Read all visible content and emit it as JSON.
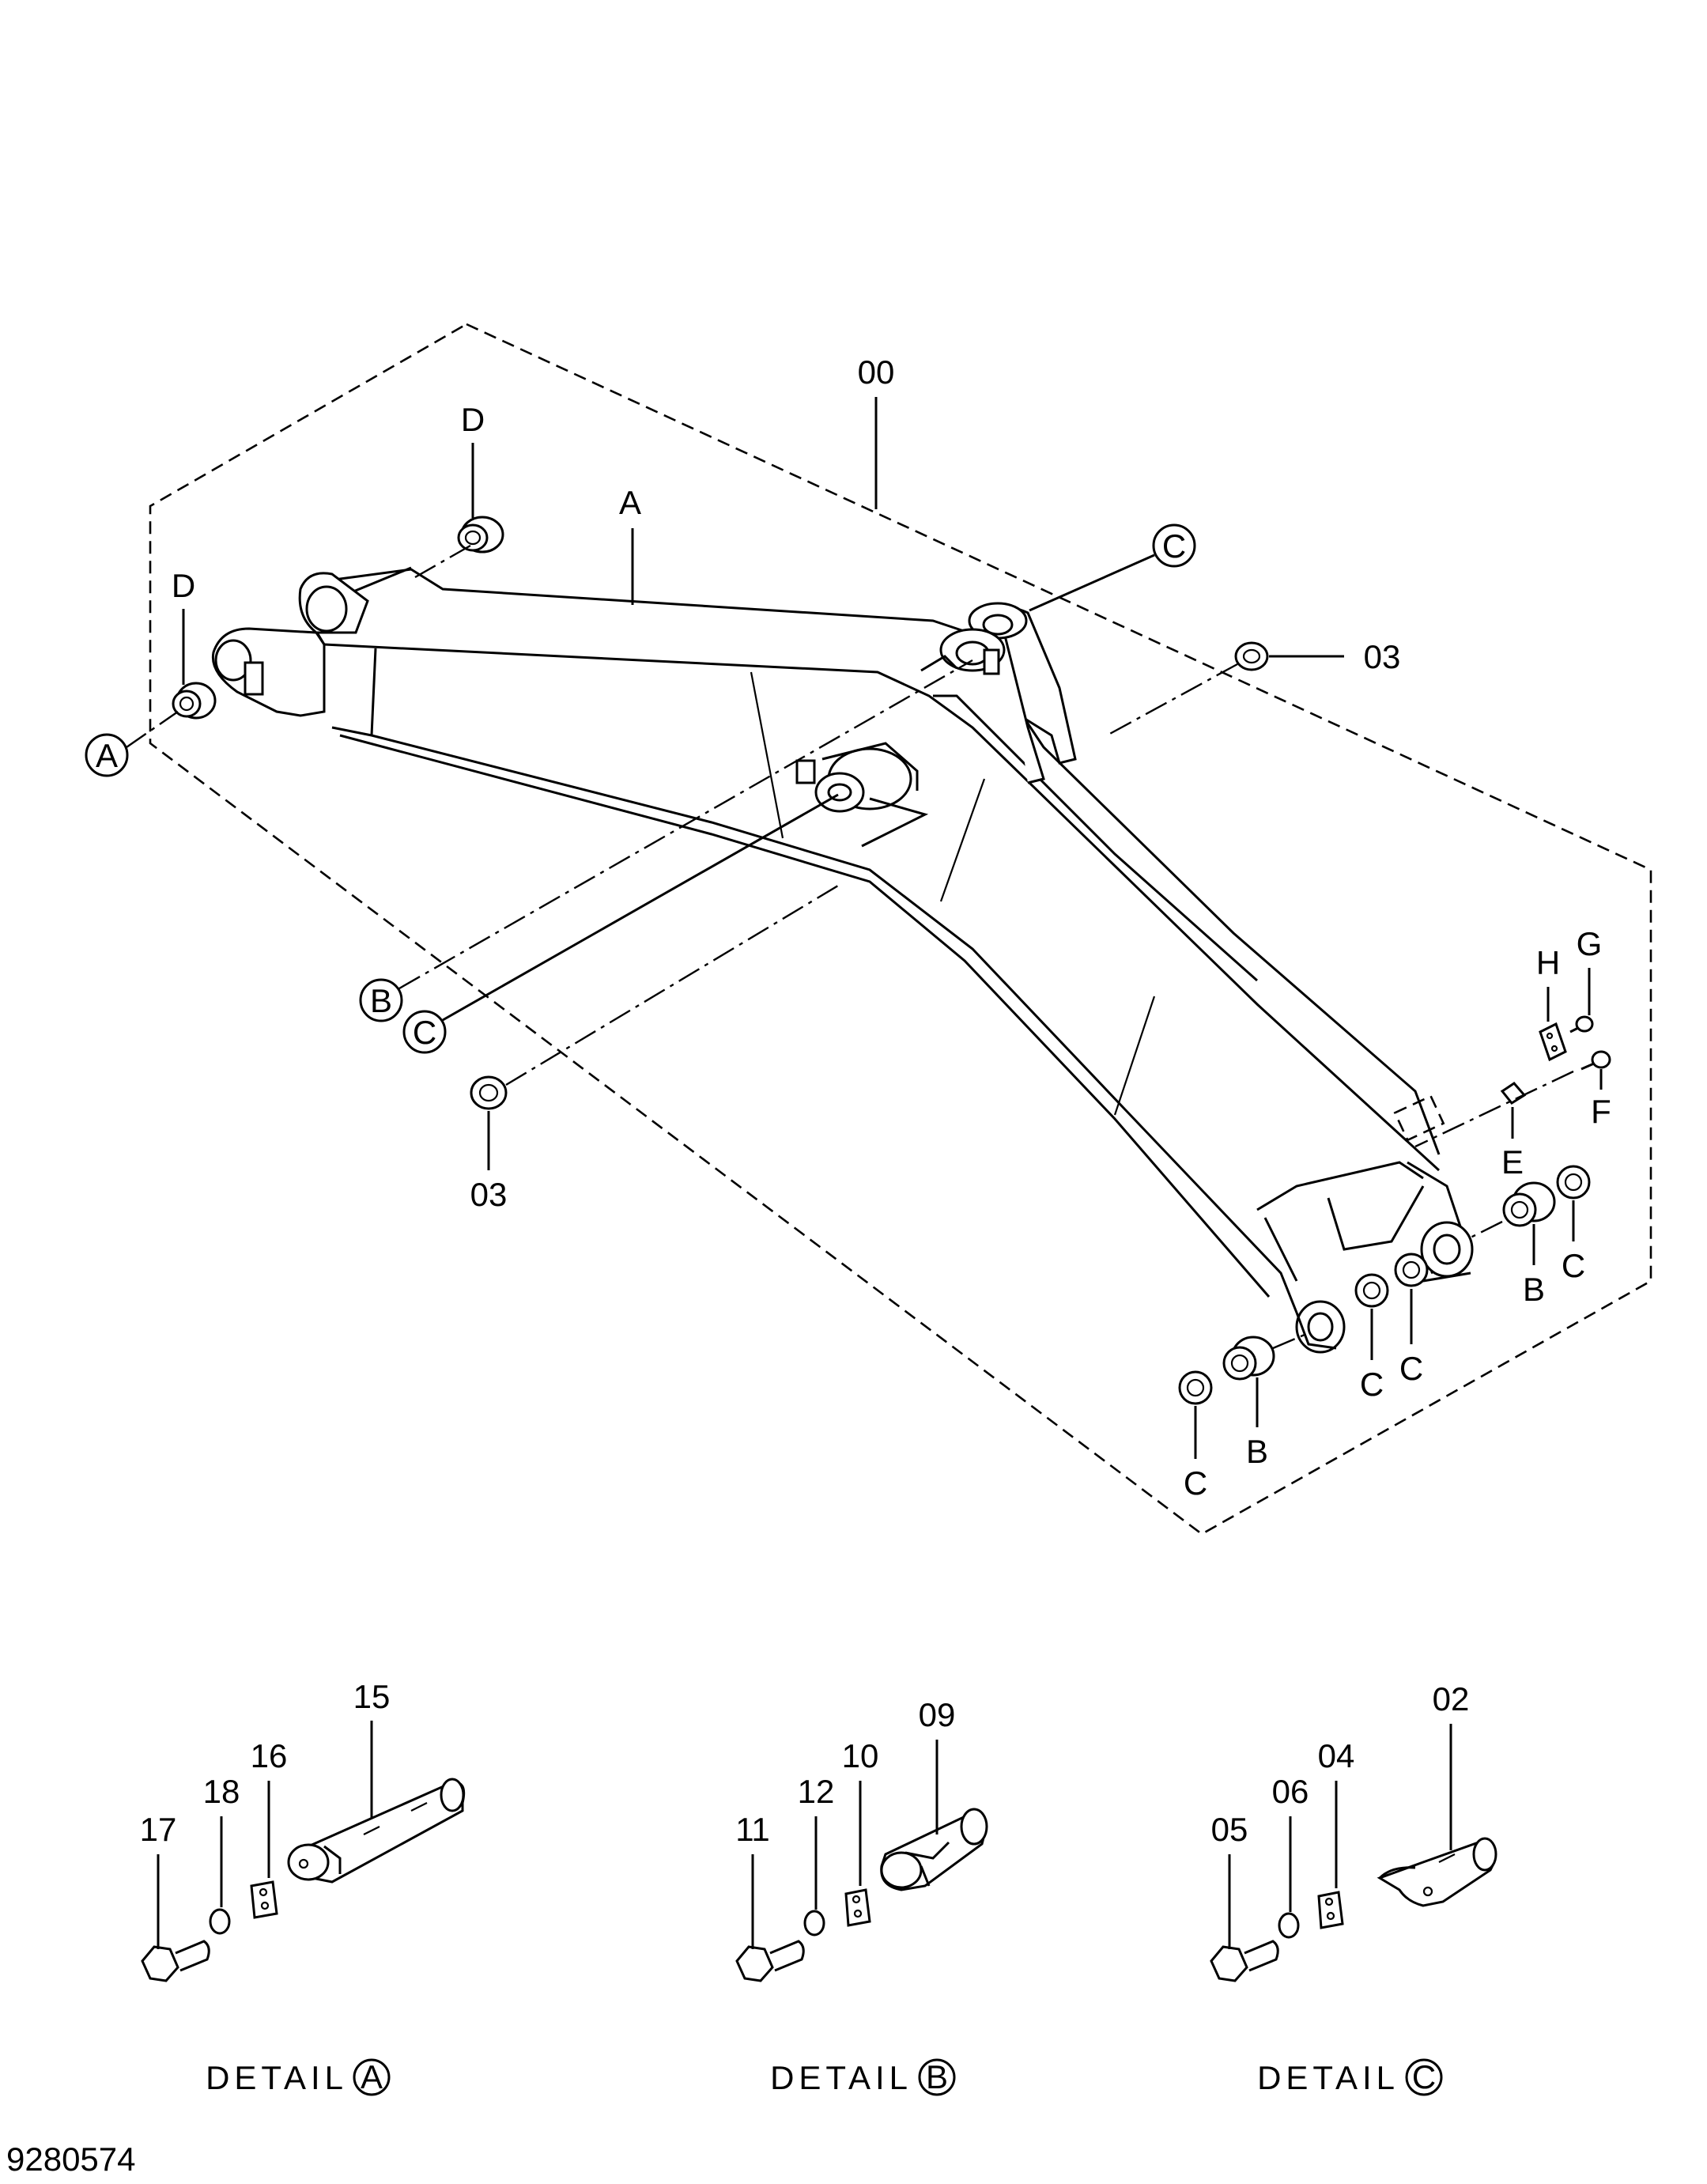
{
  "diagram": {
    "drawing_number": "9280574",
    "assembly_label": "00",
    "labels": {
      "frame": "A",
      "pin_boss_left_top": "D",
      "pin_boss_left": "D",
      "callout_A": "A",
      "callout_B": "B",
      "callout_C_top": "C",
      "callout_C_bottom": "C",
      "spacer_top": "03",
      "spacer_bottom": "03",
      "plate_H": "H",
      "bolt_G": "G",
      "bolt_F": "F",
      "plate_E": "E",
      "bush_B_right": "B",
      "shim_C_right": "C",
      "shim_C_mid1": "C",
      "shim_C_mid2": "C",
      "bush_B_bottom": "B",
      "shim_C_bottom": "C"
    },
    "details": [
      {
        "caption": "DETAIL",
        "mark": "A",
        "parts": {
          "pin": "15",
          "plate": "16",
          "washer": "18",
          "bolt": "17"
        }
      },
      {
        "caption": "DETAIL",
        "mark": "B",
        "parts": {
          "pin": "09",
          "plate": "10",
          "washer": "12",
          "bolt": "11"
        }
      },
      {
        "caption": "DETAIL",
        "mark": "C",
        "parts": {
          "pin": "02",
          "plate": "04",
          "washer": "06",
          "bolt": "05"
        }
      }
    ]
  }
}
